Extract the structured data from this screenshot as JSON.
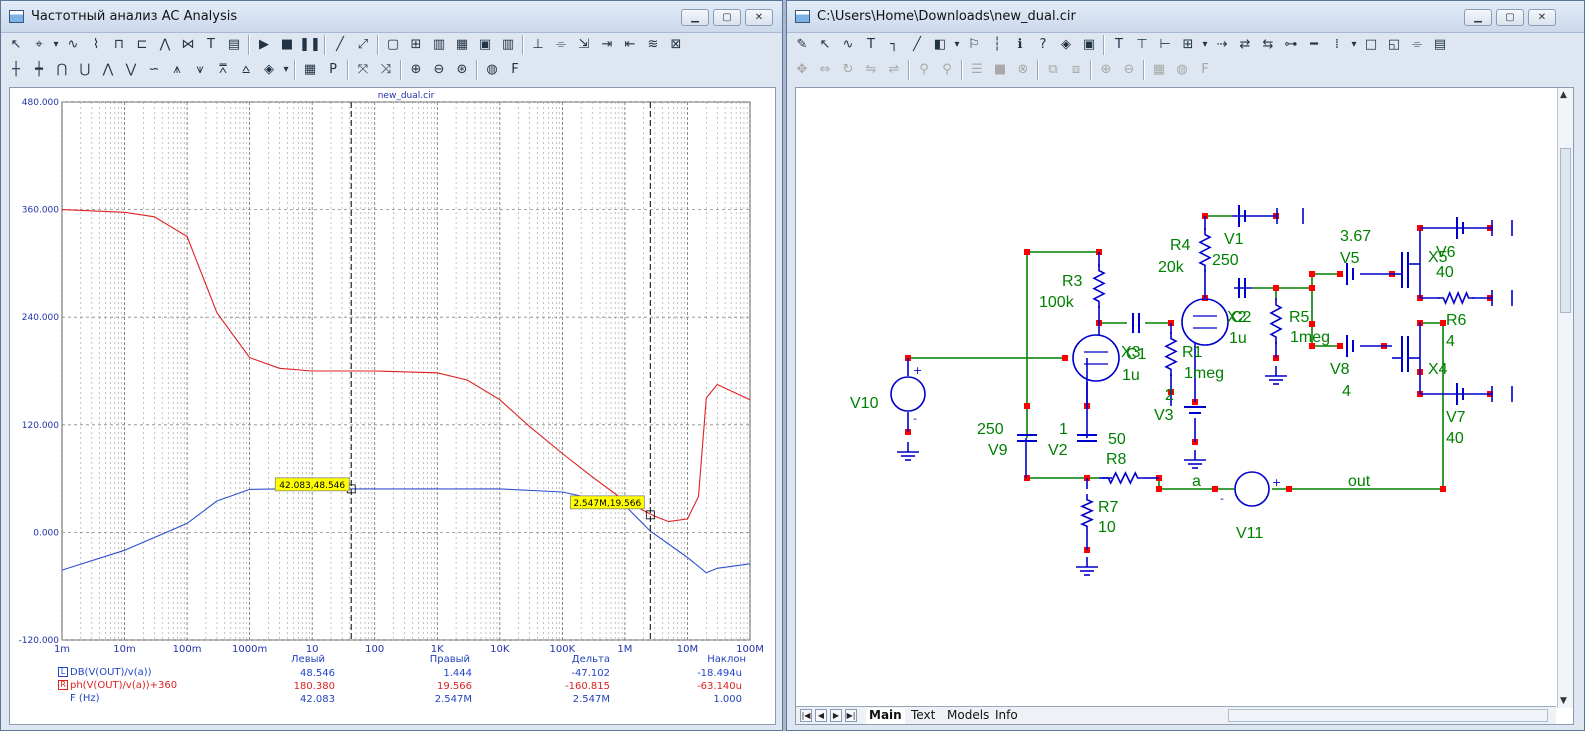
{
  "left_window": {
    "title": "Частотный анализ AC Analysis",
    "plot_title": "new_dual.cir",
    "toolbar1_icons": [
      "select-icon",
      "zoom-region-icon",
      "dropdown-icon",
      "waveform-icon",
      "waveform2-icon",
      "waveform3-icon",
      "waveform4-icon",
      "waveform5-icon",
      "waveform6-icon",
      "text-tool-icon",
      "properties-icon",
      "run-icon",
      "stop-icon",
      "pause-icon",
      "line-icon",
      "diagonal-icon",
      "frame-icon",
      "grid-icon",
      "grid2-icon",
      "grid3-icon",
      "grid4-icon",
      "grid5-icon",
      "axis-icon",
      "cursor-icon",
      "tag-icon",
      "tag2-icon",
      "tag3-icon",
      "tag4-icon",
      "close-plot-icon"
    ],
    "toolbar2_icons": [
      "cursor-left-icon",
      "cursor-right-icon",
      "peak-icon",
      "valley-icon",
      "high-icon",
      "low-icon",
      "inflection-icon",
      "global-high-icon",
      "global-low-icon",
      "top-icon",
      "bottom-icon",
      "color-icon",
      "dropdown-icon",
      "table-icon",
      "p-icon",
      "cursor-mode-icon",
      "cursor-mode2-icon",
      "zoom-in-icon",
      "zoom-out-icon",
      "zoom-fit-icon",
      "palette-icon",
      "font-icon"
    ],
    "y_ticks": [
      "480.000",
      "360.000",
      "240.000",
      "120.000",
      "0.000",
      "-120.000"
    ],
    "x_ticks": [
      "1m",
      "10m",
      "100m",
      "1000m",
      "10",
      "100",
      "1K",
      "10K",
      "100K",
      "1M",
      "10M",
      "100M"
    ],
    "cursor_tag_left": "42.083,48.546",
    "cursor_tag_right": "2.547M,19.566",
    "table_headers": [
      "Левый",
      "Правый",
      "Дельта",
      "Наклон"
    ],
    "rows": [
      {
        "marker": "L",
        "label": "DB(V(OUT)/v(a))",
        "left": "48.546",
        "right": "1.444",
        "delta": "-47.102",
        "slope": "-18.494u"
      },
      {
        "marker": "R",
        "label": "ph(V(OUT)/v(a))+360",
        "left": "180.380",
        "right": "19.566",
        "delta": "-160.815",
        "slope": "-63.140u"
      },
      {
        "marker": "",
        "label": "F (Hz)",
        "left": "42.083",
        "right": "2.547M",
        "delta": "2.547M",
        "slope": "1.000"
      }
    ]
  },
  "right_window": {
    "title": "C:\\Users\\Home\\Downloads\\new_dual.cir",
    "toolbar1_icons": [
      "probe-icon",
      "select-icon",
      "wire-icon",
      "text-tool-icon",
      "wire2-icon",
      "line-icon",
      "component-icon",
      "dropdown-icon",
      "flag-icon",
      "pin-icon",
      "info-icon",
      "help-icon",
      "color-icon",
      "pin2-icon",
      "text-box-icon",
      "attribute-icon",
      "node-icon",
      "grid-icon",
      "dropdown-icon",
      "arrow-icon",
      "arrow2-icon",
      "swap-icon",
      "node-number-icon",
      "line-style-icon",
      "grid-dots-icon",
      "dropdown-icon",
      "rect-icon",
      "rect2-icon",
      "cursor-icon",
      "properties-icon"
    ],
    "toolbar2_icons": [
      "move-icon",
      "flip-icon",
      "rotate-icon",
      "mirror-icon",
      "mirror2-icon",
      "find-icon",
      "find2-icon",
      "comment-icon",
      "stop-icon",
      "close-icon",
      "copy-icon",
      "paste-icon",
      "zoom-in-icon",
      "zoom-out-icon",
      "save-icon",
      "palette-icon",
      "font-icon"
    ],
    "tabs": [
      "Main",
      "Text",
      "Models",
      "Info"
    ],
    "labels": {
      "r4": "R4",
      "r4v": "20k",
      "v1": "V1",
      "v1v": "250",
      "r3": "R3",
      "r3v": "100k",
      "x3": "X3",
      "c1": "C1",
      "c1v": "1u",
      "x2": "X2",
      "c2": "C2",
      "c2v": "1u",
      "r5": "R5",
      "r5v": "1meg",
      "r1": "R1",
      "r1v": "1meg",
      "v3": "V3",
      "v3v": "2",
      "v5": "V5",
      "v5v": "3.67",
      "x5": "X5",
      "v6": "V6",
      "v6v": "40",
      "r6": "R6",
      "r6v": "4",
      "v8": "V8",
      "v8v": "4",
      "x4": "X4",
      "v7": "V7",
      "v7v": "40",
      "v10": "V10",
      "v9": "V9",
      "v9v": "250",
      "v2": "V2",
      "v2v": "1",
      "r8": "R8",
      "r8v": "50",
      "r7": "R7",
      "r7v": "10",
      "v11": "V11",
      "node_a": "a",
      "node_out": "out",
      "plus": "+",
      "minus": "-"
    }
  },
  "chart_data": {
    "type": "line",
    "title": "new_dual.cir",
    "x_scale": "log",
    "xlim": [
      0.001,
      100000000
    ],
    "ylim": [
      -120,
      480
    ],
    "x_tick_labels": [
      "1m",
      "10m",
      "100m",
      "1000m",
      "10",
      "100",
      "1K",
      "10K",
      "100K",
      "1M",
      "10M",
      "100M"
    ],
    "y_tick_labels": [
      "480.000",
      "360.000",
      "240.000",
      "120.000",
      "0.000",
      "-120.000"
    ],
    "grid": true,
    "series": [
      {
        "name": "ph(V(OUT)/v(a))+360",
        "color": "#e02020",
        "x": [
          0.001,
          0.01,
          0.03,
          0.1,
          0.3,
          1,
          3,
          10,
          100,
          1000,
          3000,
          10000,
          30000,
          100000,
          300000,
          1000000,
          3000000,
          5000000,
          10000000,
          15000000,
          20000000,
          30000000,
          100000000
        ],
        "y": [
          360,
          357,
          352,
          330,
          245,
          195,
          183,
          180,
          180,
          178,
          170,
          148,
          118,
          88,
          62,
          35,
          18,
          12,
          15,
          40,
          150,
          165,
          148
        ]
      },
      {
        "name": "DB(V(OUT)/v(a))",
        "color": "#3050d0",
        "x": [
          0.001,
          0.01,
          0.1,
          0.3,
          1,
          3,
          10,
          42.083,
          100,
          1000,
          10000,
          100000,
          1000000,
          2547000,
          10000000,
          20000000,
          30000000,
          100000000
        ],
        "y": [
          -42,
          -20,
          10,
          35,
          48,
          48.5,
          48.5,
          48.546,
          48.5,
          48.5,
          48.5,
          45,
          30,
          1.444,
          -28,
          -45,
          -40,
          -35
        ]
      }
    ],
    "cursors": [
      {
        "x": 42.083,
        "y": 48.546,
        "label": "42.083,48.546"
      },
      {
        "x": 2547000,
        "y": 19.566,
        "label": "2.547M,19.566"
      }
    ]
  }
}
